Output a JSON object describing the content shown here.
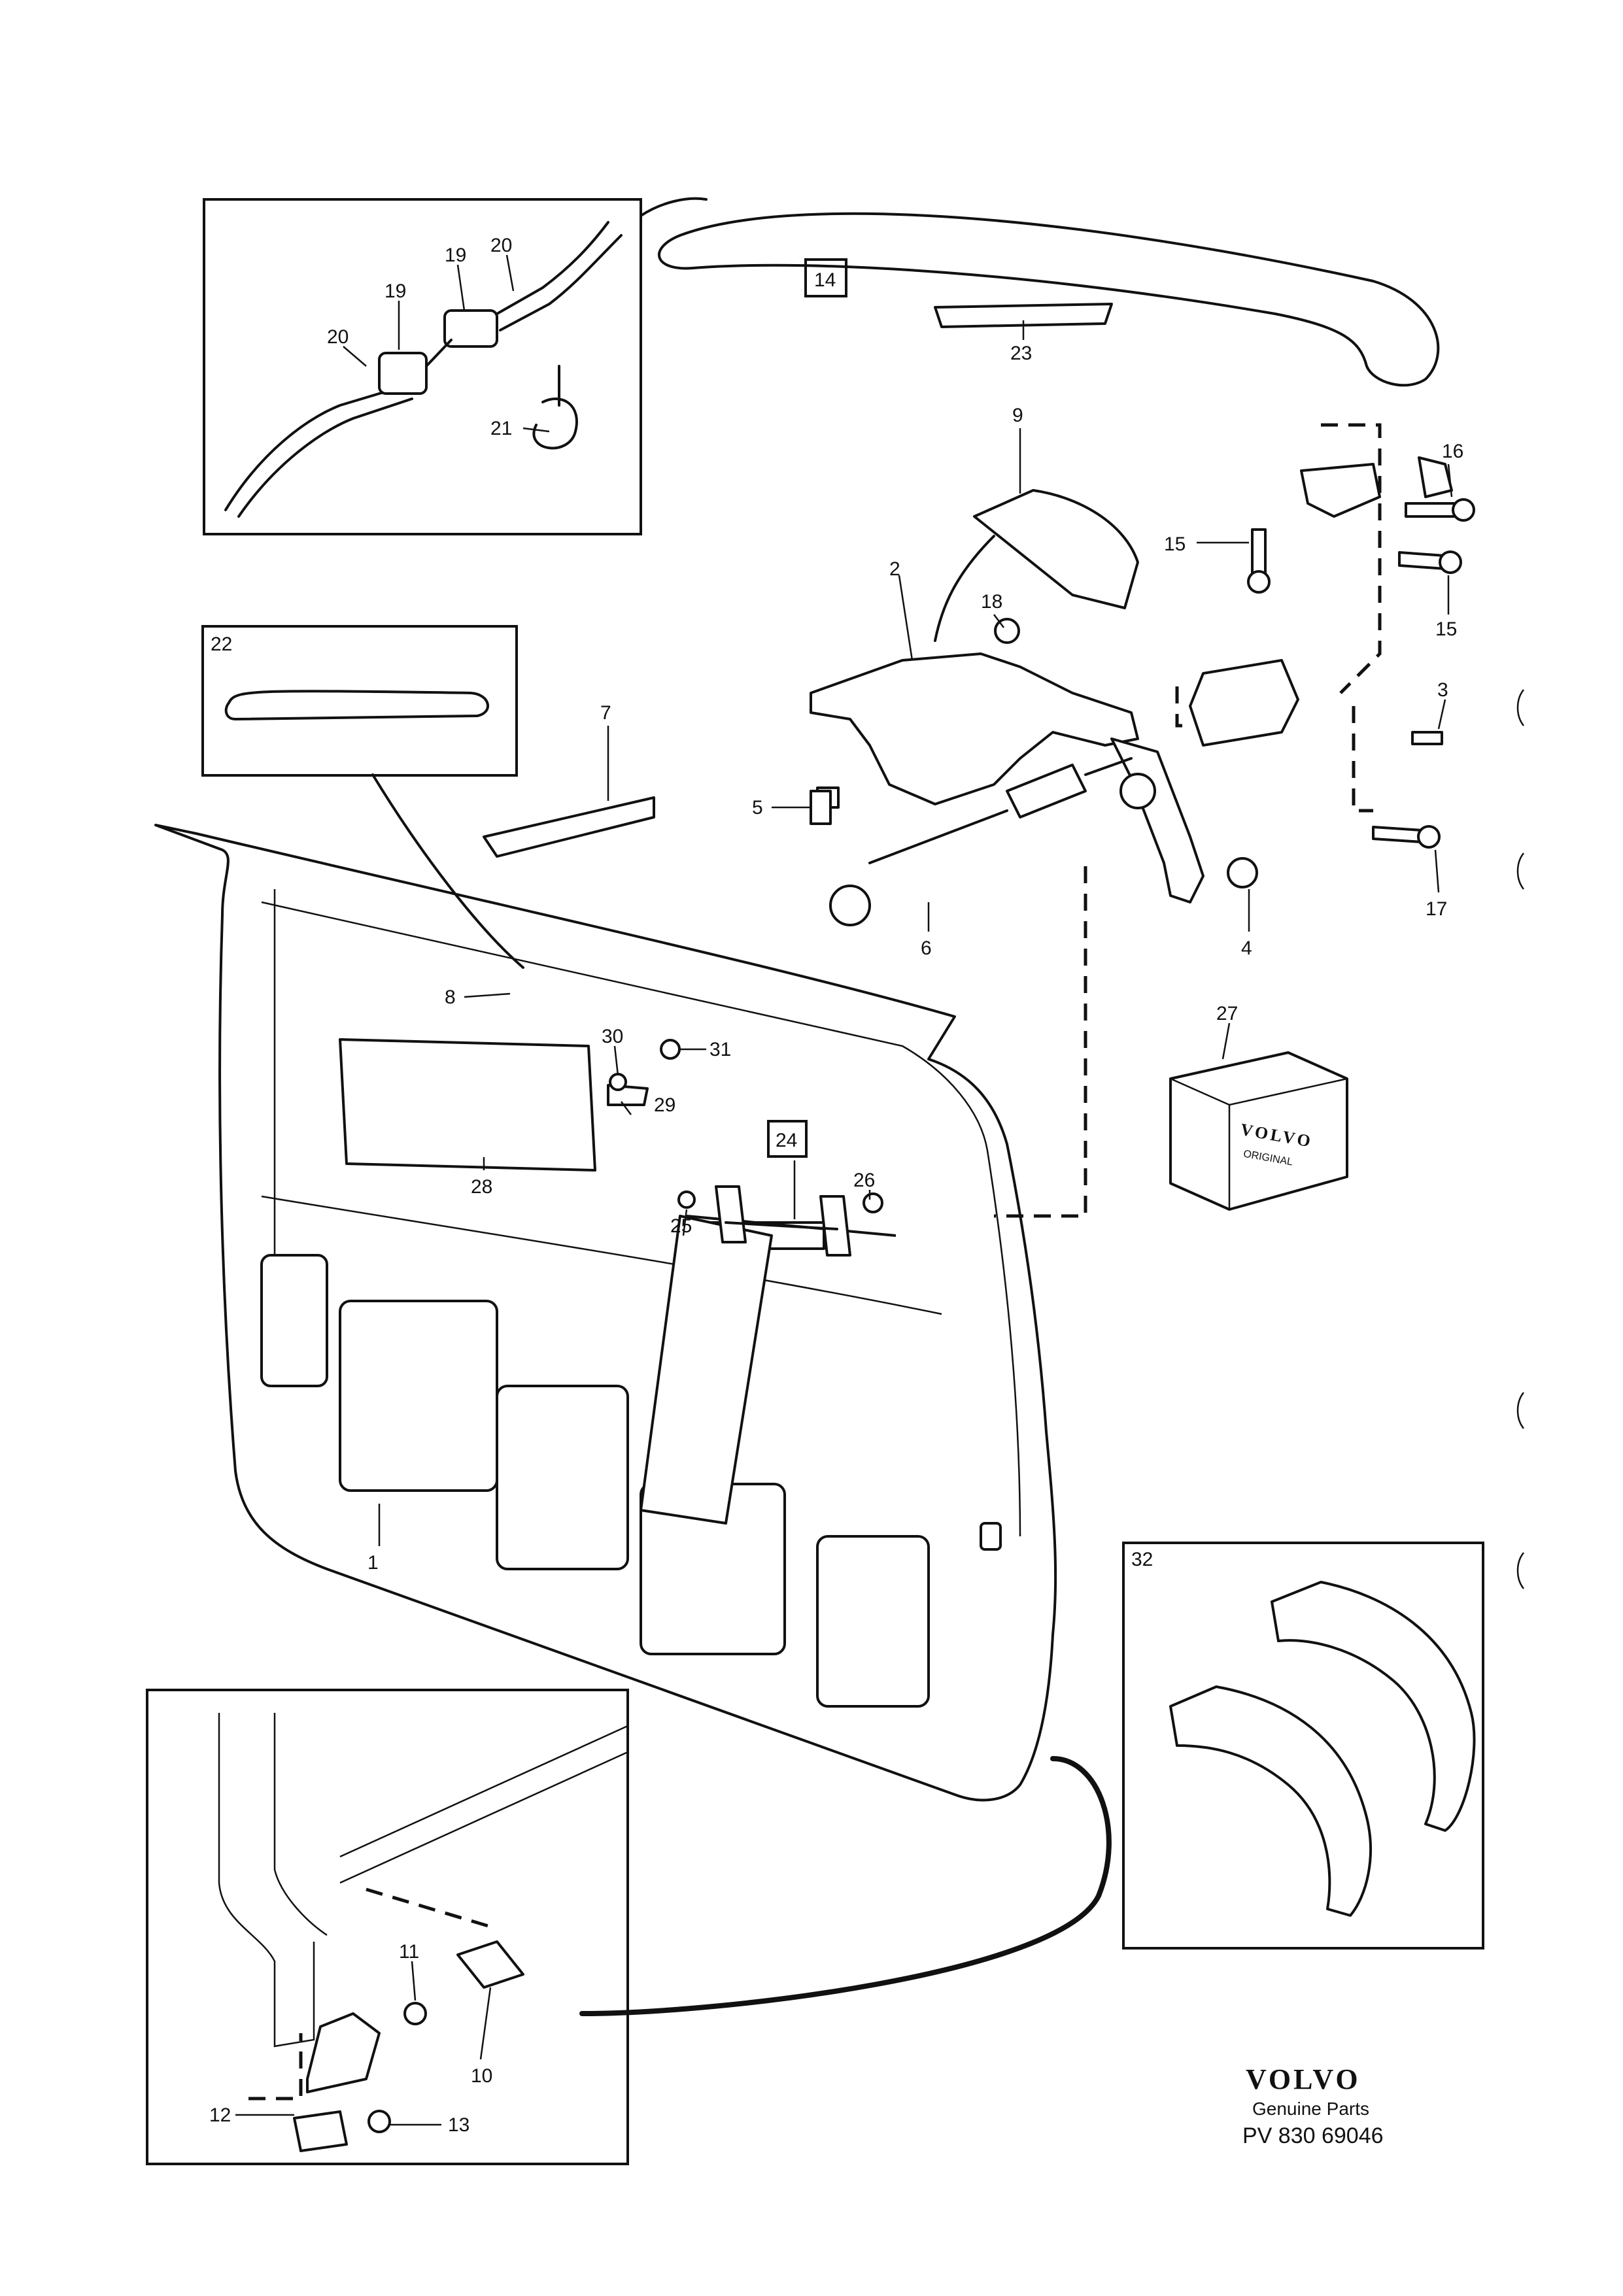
{
  "parts": [
    {
      "id": "1"
    },
    {
      "id": "2"
    },
    {
      "id": "3"
    },
    {
      "id": "4"
    },
    {
      "id": "5"
    },
    {
      "id": "6"
    },
    {
      "id": "7"
    },
    {
      "id": "8"
    },
    {
      "id": "9"
    },
    {
      "id": "10"
    },
    {
      "id": "11"
    },
    {
      "id": "12"
    },
    {
      "id": "13"
    },
    {
      "id": "14"
    },
    {
      "id": "15a",
      "label": "15"
    },
    {
      "id": "15b",
      "label": "15"
    },
    {
      "id": "16"
    },
    {
      "id": "17"
    },
    {
      "id": "18"
    },
    {
      "id": "19a",
      "label": "19"
    },
    {
      "id": "19b",
      "label": "19"
    },
    {
      "id": "20a",
      "label": "20"
    },
    {
      "id": "20b",
      "label": "20"
    },
    {
      "id": "21"
    },
    {
      "id": "22"
    },
    {
      "id": "23"
    },
    {
      "id": "24"
    },
    {
      "id": "25"
    },
    {
      "id": "26"
    },
    {
      "id": "27"
    },
    {
      "id": "28"
    },
    {
      "id": "29"
    },
    {
      "id": "30"
    },
    {
      "id": "31"
    },
    {
      "id": "32"
    }
  ],
  "labels": {
    "p1": "1",
    "p2": "2",
    "p3": "3",
    "p4": "4",
    "p5": "5",
    "p6": "6",
    "p7": "7",
    "p8": "8",
    "p9": "9",
    "p10": "10",
    "p11": "11",
    "p12": "12",
    "p13": "13",
    "p14": "14",
    "p15a": "15",
    "p15b": "15",
    "p16": "16",
    "p17": "17",
    "p18": "18",
    "p19a": "19",
    "p19b": "19",
    "p20a": "20",
    "p20b": "20",
    "p21": "21",
    "p22": "22",
    "p23": "23",
    "p24": "24",
    "p25": "25",
    "p26": "26",
    "p27": "27",
    "p28": "28",
    "p29": "29",
    "p30": "30",
    "p31": "31",
    "p32": "32"
  },
  "box27_text": {
    "brand": "VOLVO",
    "sub": "ORIGINAL"
  },
  "footer": {
    "brand": "VOLVO",
    "subtitle": "Genuine Parts",
    "code": "PV 830  69046"
  },
  "colors": {
    "ink": "#111111",
    "paper": "#ffffff"
  }
}
